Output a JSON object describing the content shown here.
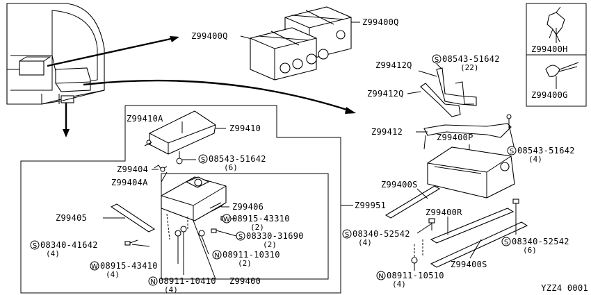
{
  "diagram_code": "YZZ4 0001",
  "callouts": [
    {
      "id": "c1",
      "prefix": "",
      "code": "Z99400Q",
      "qty": ""
    },
    {
      "id": "c2",
      "prefix": "",
      "code": "Z99400Q",
      "qty": ""
    },
    {
      "id": "c3",
      "prefix": "",
      "code": "Z99400H",
      "qty": ""
    },
    {
      "id": "c4",
      "prefix": "",
      "code": "Z99400G",
      "qty": ""
    },
    {
      "id": "c5",
      "prefix": "S",
      "code": "08543-51642",
      "qty": "(22)"
    },
    {
      "id": "c6",
      "prefix": "",
      "code": "Z99412Q",
      "qty": ""
    },
    {
      "id": "c7",
      "prefix": "",
      "code": "Z99412Q",
      "qty": ""
    },
    {
      "id": "c8",
      "prefix": "",
      "code": "Z99412",
      "qty": ""
    },
    {
      "id": "c9",
      "prefix": "",
      "code": "Z99400P",
      "qty": ""
    },
    {
      "id": "c10",
      "prefix": "S",
      "code": "08543-51642",
      "qty": "(4)"
    },
    {
      "id": "c11",
      "prefix": "",
      "code": "Z99400S",
      "qty": ""
    },
    {
      "id": "c12",
      "prefix": "",
      "code": "Z99400R",
      "qty": ""
    },
    {
      "id": "c13",
      "prefix": "S",
      "code": "08340-52542",
      "qty": "(4)"
    },
    {
      "id": "c14",
      "prefix": "S",
      "code": "08340-52542",
      "qty": "(6)"
    },
    {
      "id": "c15",
      "prefix": "",
      "code": "Z99400S",
      "qty": ""
    },
    {
      "id": "c16",
      "prefix": "N",
      "code": "08911-10510",
      "qty": "(4)"
    },
    {
      "id": "c17",
      "prefix": "",
      "code": "Z99951",
      "qty": ""
    },
    {
      "id": "c18",
      "prefix": "",
      "code": "Z99410A",
      "qty": ""
    },
    {
      "id": "c19",
      "prefix": "",
      "code": "Z99410",
      "qty": ""
    },
    {
      "id": "c20",
      "prefix": "S",
      "code": "08543-51642",
      "qty": "(6)"
    },
    {
      "id": "c21",
      "prefix": "",
      "code": "Z99404",
      "qty": ""
    },
    {
      "id": "c22",
      "prefix": "",
      "code": "Z99404A",
      "qty": ""
    },
    {
      "id": "c23",
      "prefix": "",
      "code": "Z99406",
      "qty": ""
    },
    {
      "id": "c24",
      "prefix": "",
      "code": "Z99405",
      "qty": ""
    },
    {
      "id": "c25",
      "prefix": "W",
      "code": "08915-43310",
      "qty": "(2)"
    },
    {
      "id": "c26",
      "prefix": "S",
      "code": "08330-31690",
      "qty": "(2)"
    },
    {
      "id": "c27",
      "prefix": "S",
      "code": "08340-41642",
      "qty": "(4)"
    },
    {
      "id": "c28",
      "prefix": "N",
      "code": "08911-10310",
      "qty": "(2)"
    },
    {
      "id": "c29",
      "prefix": "W",
      "code": "08915-43410",
      "qty": "(4)"
    },
    {
      "id": "c30",
      "prefix": "N",
      "code": "08911-10410",
      "qty": "(4)"
    },
    {
      "id": "c31",
      "prefix": "",
      "code": "Z99400",
      "qty": ""
    }
  ]
}
